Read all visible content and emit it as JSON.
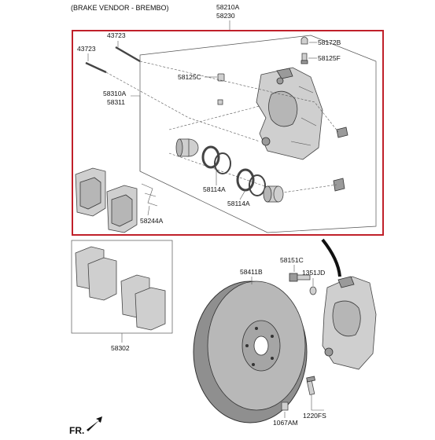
{
  "header": {
    "vendor_note": "(BRAKE VENDOR - BREMBO)",
    "assembly_code_1": "58210A",
    "assembly_code_2": "58230"
  },
  "labels": {
    "bolt_a": "43723",
    "bolt_b": "43723",
    "bleeder_cap": "58172B",
    "bleeder_screw": "58125F",
    "fitting": "58125C",
    "pad_kit_1": "58310A",
    "pad_kit_2": "58311",
    "piston_seal_1": "58114A",
    "piston_seal_2": "58114A",
    "pad_spring": "58244A",
    "pad_set": "58302",
    "disc": "58411B",
    "caliper_bolt": "58151C",
    "washer": "1351JD",
    "screw": "1067AM",
    "pin": "1220FS"
  },
  "footer": {
    "direction": "FR."
  },
  "colors": {
    "highlight_frame": "#c0202a",
    "leader_lines": "#555555",
    "part_fill": "#cfcfcf"
  }
}
